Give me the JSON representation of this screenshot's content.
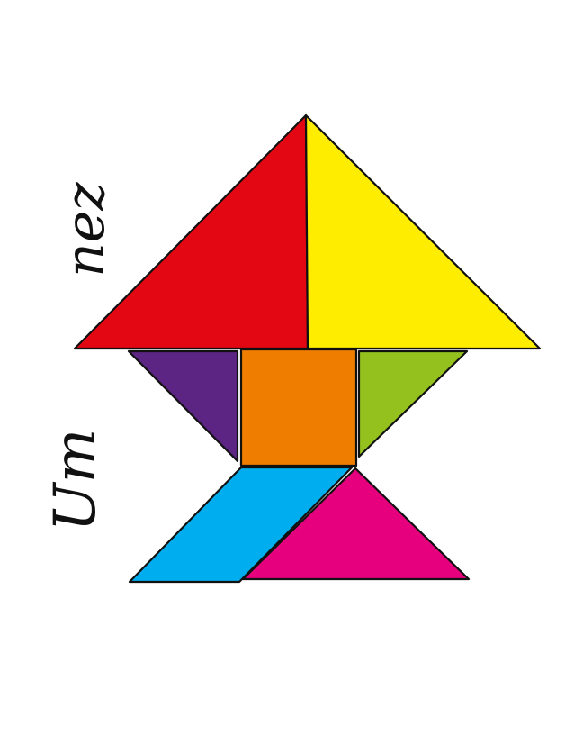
{
  "caption": {
    "word_1": "Um",
    "word_2": "nez"
  },
  "pieces": [
    {
      "id": "large-triangle-left",
      "color": "#e30613"
    },
    {
      "id": "large-triangle-right",
      "color": "#ffed00"
    },
    {
      "id": "small-triangle-left",
      "color": "#5c2483"
    },
    {
      "id": "square",
      "color": "#ef7d00"
    },
    {
      "id": "small-triangle-right",
      "color": "#95c11f"
    },
    {
      "id": "parallelogram",
      "color": "#00aeef"
    },
    {
      "id": "medium-triangle",
      "color": "#e6007e"
    }
  ]
}
